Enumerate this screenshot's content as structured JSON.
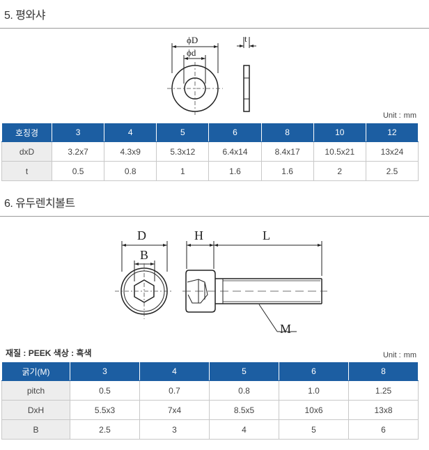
{
  "section5": {
    "title": "5. 평와샤",
    "drawing": {
      "label_phi_D": "ϕD",
      "label_phi_d": "ϕd",
      "label_t": "t"
    },
    "unit": {
      "label": "Unit :",
      "value": "mm"
    },
    "table": {
      "header_label": "호칭경",
      "sizes": [
        "3",
        "4",
        "5",
        "6",
        "8",
        "10",
        "12"
      ],
      "rows": [
        {
          "label": "dxD",
          "values": [
            "3.2x7",
            "4.3x9",
            "5.3x12",
            "6.4x14",
            "8.4x17",
            "10.5x21",
            "13x24"
          ]
        },
        {
          "label": "t",
          "values": [
            "0.5",
            "0.8",
            "1",
            "1.6",
            "1.6",
            "2",
            "2.5"
          ]
        }
      ]
    }
  },
  "section6": {
    "title": "6. 유두렌치볼트",
    "drawing": {
      "label_D": "D",
      "label_B": "B",
      "label_H": "H",
      "label_L": "L",
      "label_M": "M"
    },
    "spec_note": "재질 : PEEK   색상 : 흑색",
    "unit": {
      "label": "Unit :",
      "value": "mm"
    },
    "table": {
      "header_label": "굵기(M)",
      "sizes": [
        "3",
        "4",
        "5",
        "6",
        "8"
      ],
      "rows": [
        {
          "label": "pitch",
          "values": [
            "0.5",
            "0.7",
            "0.8",
            "1.0",
            "1.25"
          ]
        },
        {
          "label": "DxH",
          "values": [
            "5.5x3",
            "7x4",
            "8.5x5",
            "10x6",
            "13x8"
          ]
        },
        {
          "label": "B",
          "values": [
            "2.5",
            "3",
            "4",
            "5",
            "6"
          ]
        }
      ]
    }
  },
  "colors": {
    "header_bg": "#1c5ea2",
    "rowhead_bg": "#ededed",
    "grid": "#c8c8c8"
  }
}
